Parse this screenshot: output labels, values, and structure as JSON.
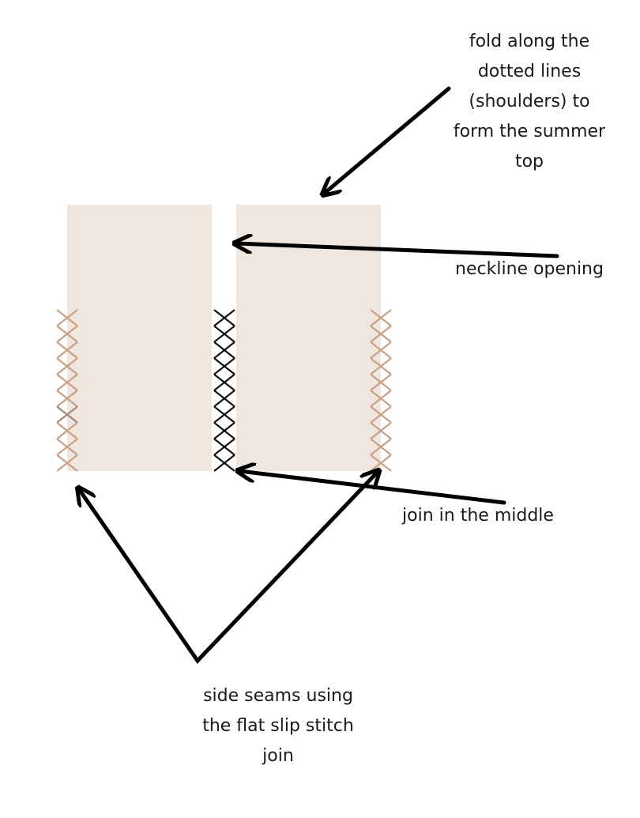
{
  "panels": {
    "fill_color": "#efe6df",
    "count": 2
  },
  "stitches": {
    "side_color": "#c9a084",
    "side_alt_color": "#a38772",
    "middle_color": "#111111",
    "crosses_per_column": 10
  },
  "arrow_color": "#000000",
  "annotations": {
    "fold": [
      "fold along the",
      "dotted lines",
      "(shoulders) to",
      "form the summer",
      "top"
    ],
    "neckline": [
      "neckline opening"
    ],
    "join_middle": [
      "join in the middle"
    ],
    "side_seams": [
      "side seams using",
      "the flat slip stitch",
      "join"
    ]
  }
}
